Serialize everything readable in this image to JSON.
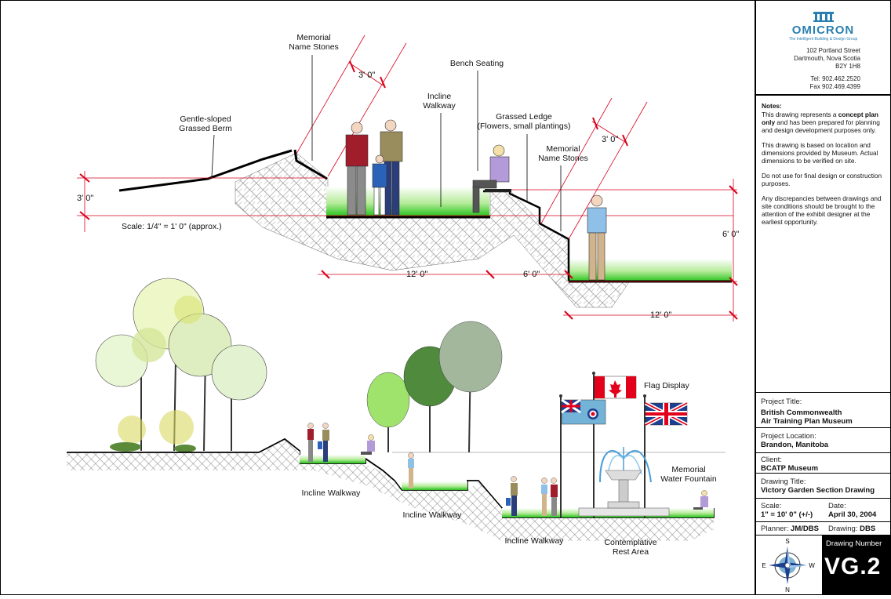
{
  "labels": {
    "memorial_name_stones_1": [
      "Memorial",
      "Name Stones"
    ],
    "gentle_berm": [
      "Gentle-sloped",
      "Grassed Berm"
    ],
    "bench_seating": "Bench Seating",
    "incline_walkway_upper": [
      "Incline",
      "Walkway"
    ],
    "grassed_ledge": [
      "Grassed Ledge",
      "(Flowers, small plantings)"
    ],
    "memorial_name_stones_2": [
      "Memorial",
      "Name Stones"
    ],
    "scale_note": "Scale: 1/4\" = 1' 0\" (approx.)",
    "flag_display": "Flag Display",
    "water_fountain": [
      "Memorial",
      "Water Fountain"
    ],
    "incline_walkway_a": "Incline Walkway",
    "incline_walkway_b": "Incline Walkway",
    "incline_walkway_c": "Incline Walkway",
    "contemplative": [
      "Contemplative",
      "Rest Area"
    ]
  },
  "dimensions": {
    "d3_top": "3' 0\"",
    "d3_left": "3' 0\"",
    "d3_right": "3' 0\"",
    "d12_mid": "12' 0\"",
    "d6_mid": "6' 0\"",
    "d6_right": "6' 0\"",
    "d12_low": "12' 0\""
  },
  "title_block": {
    "company": "OMICRON",
    "tagline": "The Intelligent Building & Design Group",
    "address": [
      "102 Portland Street",
      "Dartmouth, Nova Scotia",
      "B2Y 1H8"
    ],
    "tel": "Tel: 902.462.2520",
    "fax": "Fax 902.469.4399",
    "notes_title": "Notes:",
    "note1_a": "This drawing represents a ",
    "note1_b": "concept plan only",
    "note1_c": " and has been prepared for planning and design development purposes only.",
    "note2": "This drawing is based on location and dimensions provided by Museum. Actual dimensions to be verified on site.",
    "note3": "Do not use for final design or construction purposes.",
    "note4": "Any discrepancies between drawings and site conditions should be brought to the attention of the exhibit designer at the earliest opportunity.",
    "project_title_k": "Project Title:",
    "project_title_v1": "British Commonwealth",
    "project_title_v2": "Air Training Plan Museum",
    "location_k": "Project Location:",
    "location_v": "Brandon, Manitoba",
    "client_k": "Client:",
    "client_v": "BCATP Museum",
    "drawing_title_k": "Drawing Title:",
    "drawing_title_v": "Victory Garden Section Drawing",
    "scale_k": "Scale:",
    "scale_v": "1\" = 10' 0\" (+/-)",
    "date_k": "Date:",
    "date_v": "April 30, 2004",
    "planner_k": "Planner:",
    "planner_v": "JM/DBS",
    "drawing_k": "Drawing:",
    "drawing_v": "DBS",
    "dn_label": "Drawing Number",
    "dn_value": "VG.2",
    "compass": {
      "n": "N",
      "s": "S",
      "e": "E",
      "w": "W"
    }
  }
}
